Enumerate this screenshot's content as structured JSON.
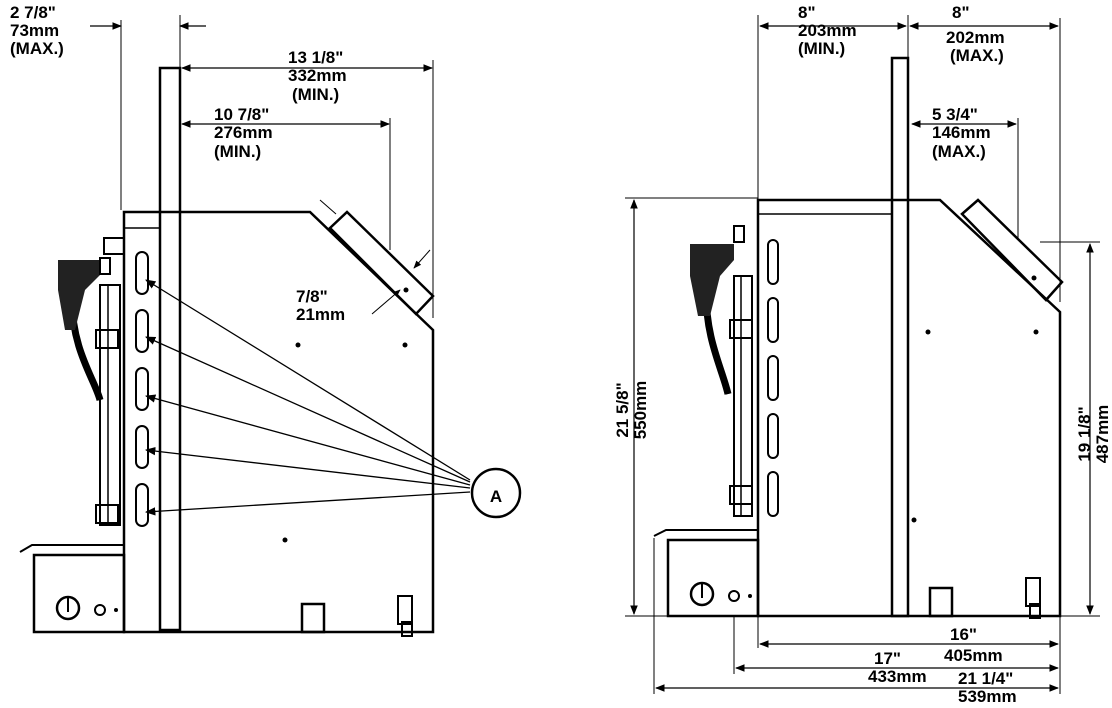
{
  "left_view": {
    "dim_top_left": [
      "2 7/8\"",
      "73mm",
      "(MAX.)"
    ],
    "dim_top_right": [
      "13 1/8\"",
      "332mm",
      "(MIN.)"
    ],
    "dim_mid": [
      "10 7/8\"",
      "276mm",
      "(MIN.)"
    ],
    "dim_vent": [
      "7/8\"",
      "21mm"
    ],
    "callout": "A"
  },
  "right_view": {
    "dim_top_left": [
      "8\"",
      "203mm",
      "(MIN.)"
    ],
    "dim_top_right": [
      "8\"",
      "202mm",
      "(MAX.)"
    ],
    "dim_mid": [
      "5 3/4\"",
      "146mm",
      "(MAX.)"
    ],
    "dim_height_left": [
      "21 5/8\"",
      "550mm"
    ],
    "dim_height_right": [
      "19 1/8\"",
      "487mm"
    ],
    "dim_bottom_1": [
      "16\"",
      "405mm"
    ],
    "dim_bottom_2": [
      "17\"",
      "433mm"
    ],
    "dim_bottom_3": [
      "21 1/4\"",
      "539mm"
    ]
  }
}
